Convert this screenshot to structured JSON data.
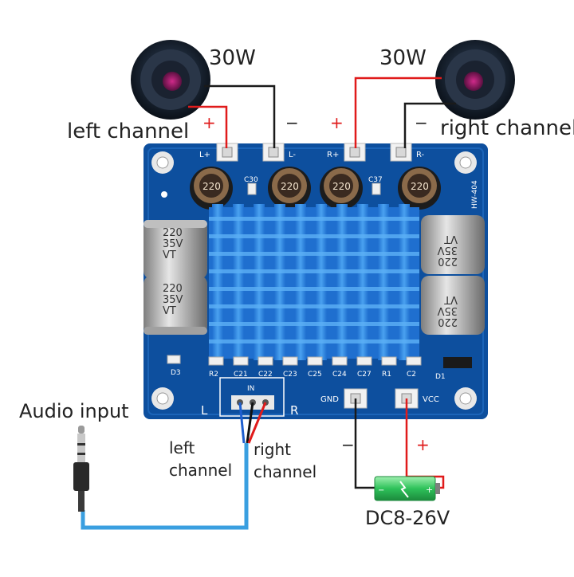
{
  "speakers": {
    "left_power": "30W",
    "right_power": "30W",
    "left_label": "left channel",
    "right_label": "right channel",
    "left_plus": "+",
    "left_minus": "−",
    "right_plus": "+",
    "right_minus": "−"
  },
  "board": {
    "model": "HW-404",
    "terminals": [
      "L+",
      "L-",
      "R+",
      "R-"
    ],
    "cap_top": [
      "C30",
      "C37"
    ],
    "inductor_value": "220",
    "capacitors": [
      {
        "line1": "220",
        "line2": "35V",
        "line3": "VT"
      },
      {
        "line1": "220",
        "line2": "35V",
        "line3": "VT"
      },
      {
        "line1": "220",
        "line2": "35V",
        "line3": "VT"
      },
      {
        "line1": "220",
        "line2": "35V",
        "line3": "VT"
      }
    ],
    "bottom_parts": [
      "R2",
      "C21",
      "C22",
      "C23",
      "C25",
      "C24",
      "C27",
      "R1",
      "C2"
    ],
    "d3": "D3",
    "d1": "D1",
    "input_l": "L",
    "input_r": "R",
    "input_header": "IN",
    "gnd": "GND",
    "vcc": "VCC"
  },
  "audio": {
    "title": "Audio input",
    "left_line1": "left",
    "left_line2": "channel",
    "right_line1": "right",
    "right_line2": "channel"
  },
  "power": {
    "label": "DC8-26V",
    "minus": "−",
    "plus": "+"
  },
  "colors": {
    "board_blue": "#0d4f9e",
    "heatsink": "#2e86e0",
    "red_wire": "#e01b1b",
    "black_wire": "#1a1a1a",
    "cable_blue": "#3a9fe0",
    "battery_green": "#2ec25a"
  }
}
